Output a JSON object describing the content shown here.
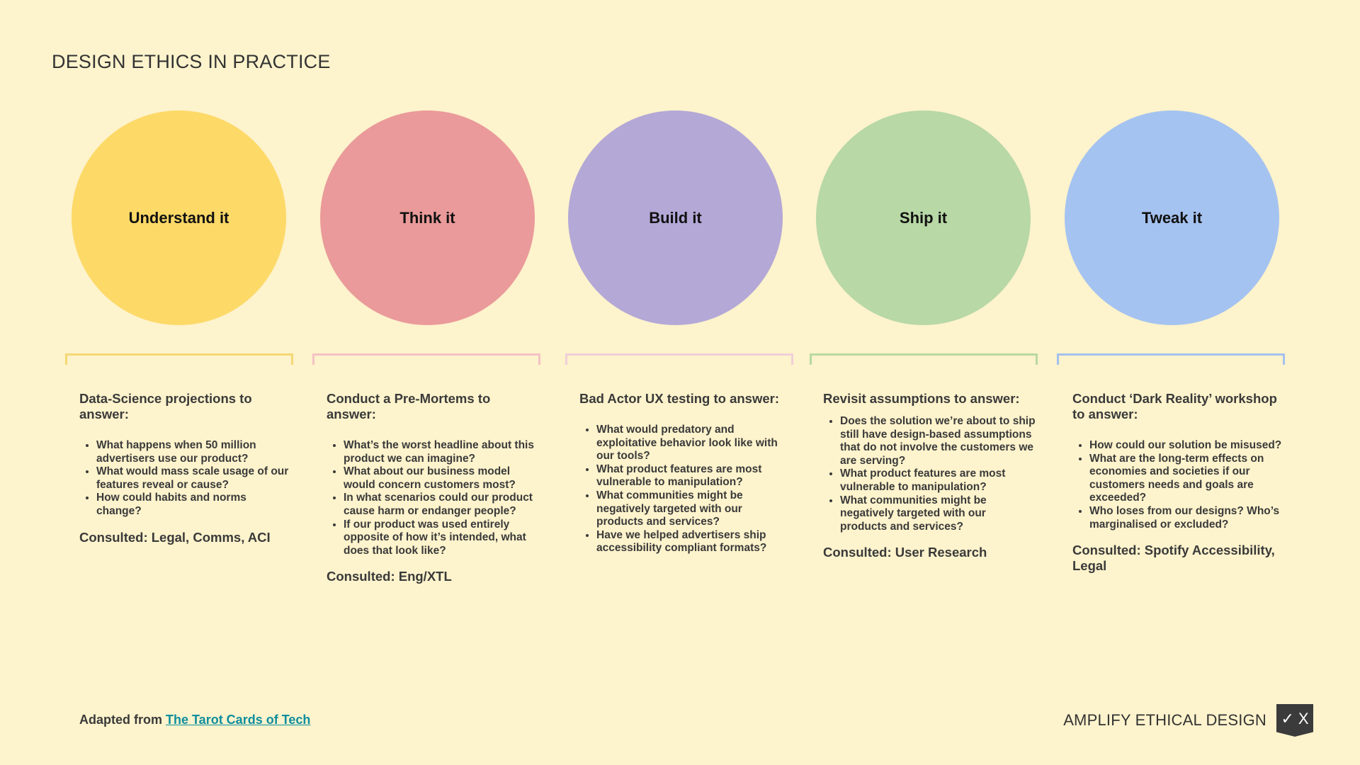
{
  "title": "DESIGN ETHICS IN PRACTICE",
  "stages": [
    {
      "label": "Understand it",
      "color": "#fdd968",
      "heading": "Data-Science projections to answer:",
      "questions": [
        "What happens when 50 million advertisers use our product?",
        "What would mass scale usage of our features reveal or cause?",
        "How could habits and norms change?"
      ],
      "consulted": "Consulted: Legal, Comms, ACI"
    },
    {
      "label": "Think it",
      "color": "#ea9a9a",
      "heading": "Conduct a Pre-Mortems to answer:",
      "questions": [
        "What’s the worst headline about this product we can imagine?",
        "What about our business model would concern customers most?",
        "In what scenarios could our product cause harm or endanger people?",
        "If our product was used entirely opposite of how it’s intended, what does that look like?"
      ],
      "consulted": "Consulted: Eng/XTL"
    },
    {
      "label": "Build it",
      "color": "#b3a8d6",
      "heading": "Bad Actor UX testing to answer:",
      "questions": [
        "What would predatory and exploitative behavior look like with our tools?",
        "What product features are most vulnerable to manipulation?",
        "What communities might be negatively targeted with our products and services?",
        "Have we helped advertisers ship accessibility compliant formats?"
      ],
      "consulted": ""
    },
    {
      "label": "Ship it",
      "color": "#b8d8a6",
      "heading": "Revisit assumptions to answer:",
      "questions": [
        "Does the solution we’re about to ship still have design-based assumptions that do not involve the customers we are serving?",
        "What product features are most vulnerable to manipulation?",
        "What communities might be negatively targeted with our products and services?"
      ],
      "consulted": "Consulted: User Research"
    },
    {
      "label": "Tweak it",
      "color": "#a5c3f0",
      "heading": "Conduct ‘Dark Reality’ workshop to answer:",
      "questions": [
        "How could our solution be misused?",
        "What are the long-term effects on economies and societies if our customers needs and goals are exceeded?",
        "Who loses from our designs? Who’s marginalised or excluded?"
      ],
      "consulted": "Consulted: Spotify Accessibility, Legal"
    }
  ],
  "bracket_colors": [
    "#f6d873",
    "#f4c2c4",
    "#f0cfd8",
    "#b8d9a0",
    "#a4c0ee"
  ],
  "footer": {
    "adapted_prefix": "Adapted from",
    "link_text": "The Tarot Cards of Tech",
    "brand": "AMPLIFY ETHICAL DESIGN",
    "logo_check": "✓",
    "logo_x": "X"
  }
}
